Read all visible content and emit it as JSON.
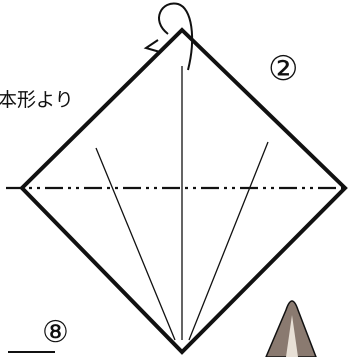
{
  "diagram": {
    "caption": "本形より",
    "step_main": "②",
    "step_bottom": "⑧",
    "ink_color": "#111111",
    "accent_color": "#8a7a70"
  }
}
